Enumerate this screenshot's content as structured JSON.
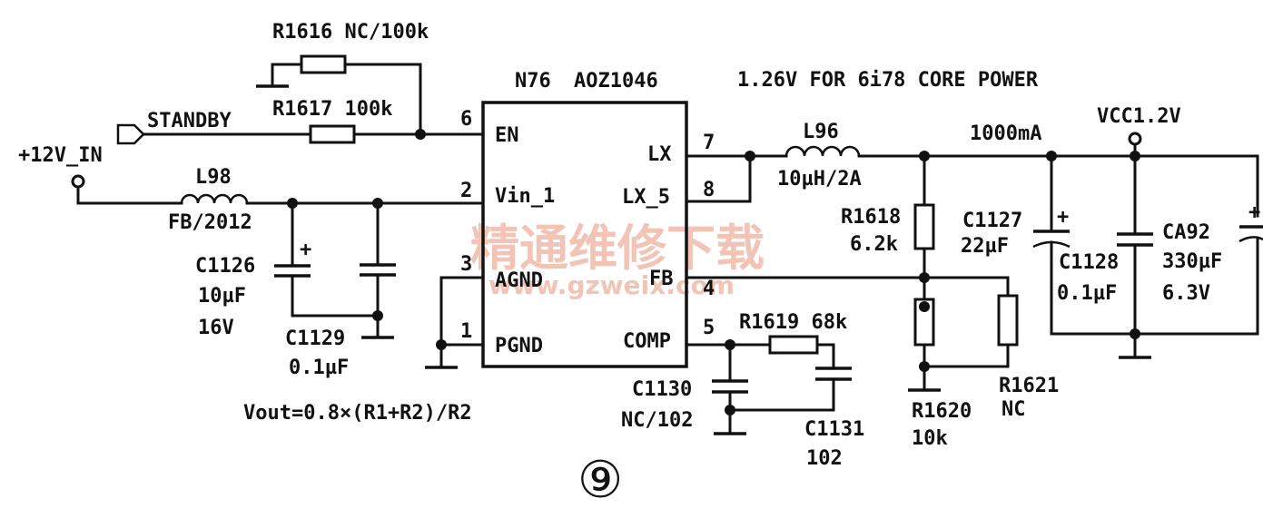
{
  "ic": {
    "ref": "N76",
    "part": "AOZ1046",
    "pins": {
      "en": "EN",
      "vin": "Vin_1",
      "agnd": "AGND",
      "pgnd": "PGND",
      "lx": "LX",
      "lx5": "LX_5",
      "fb": "FB",
      "comp": "COMP"
    },
    "pin_numbers": {
      "en": "6",
      "vin": "2",
      "agnd": "3",
      "pgnd": "1",
      "lx": "7",
      "lx5": "8",
      "fb": "4",
      "comp": "5"
    }
  },
  "title": "1.26V FOR 6i78 CORE POWER",
  "nets": {
    "input": "+12V_IN",
    "standby": "STANDBY",
    "output": "VCC1.2V",
    "current": "1000mA"
  },
  "components": {
    "r1616": "R1616 NC/100k",
    "r1617": "R1617 100k",
    "l98": "L98",
    "l98_val": "FB/2012",
    "c1126": "C1126",
    "c1126_val": "10µF",
    "c1126_volt": "16V",
    "c1129": "C1129",
    "c1129_val": "0.1µF",
    "l96": "L96",
    "l96_val": "10µH/2A",
    "r1618": "R1618",
    "r1618_val": "6.2k",
    "c1127": "C1127",
    "c1127_val": "22µF",
    "c1128": "C1128",
    "c1128_val": "0.1µF",
    "ca92": "CA92",
    "ca92_val": "330µF",
    "ca92_volt": "6.3V",
    "r1619": "R1619 68k",
    "c1130": "C1130",
    "c1130_val": "NC/102",
    "c1131": "C1131",
    "c1131_val": "102",
    "r1620": "R1620",
    "r1620_val": "10k",
    "r1621": "R1621",
    "r1621_val": "NC"
  },
  "formula": "Vout=0.8×(R1+R2)/R2",
  "polarity": "+",
  "figure_number": "⑨",
  "watermark": {
    "cn": "精通维修下载",
    "url": "www.gzweix.com"
  }
}
